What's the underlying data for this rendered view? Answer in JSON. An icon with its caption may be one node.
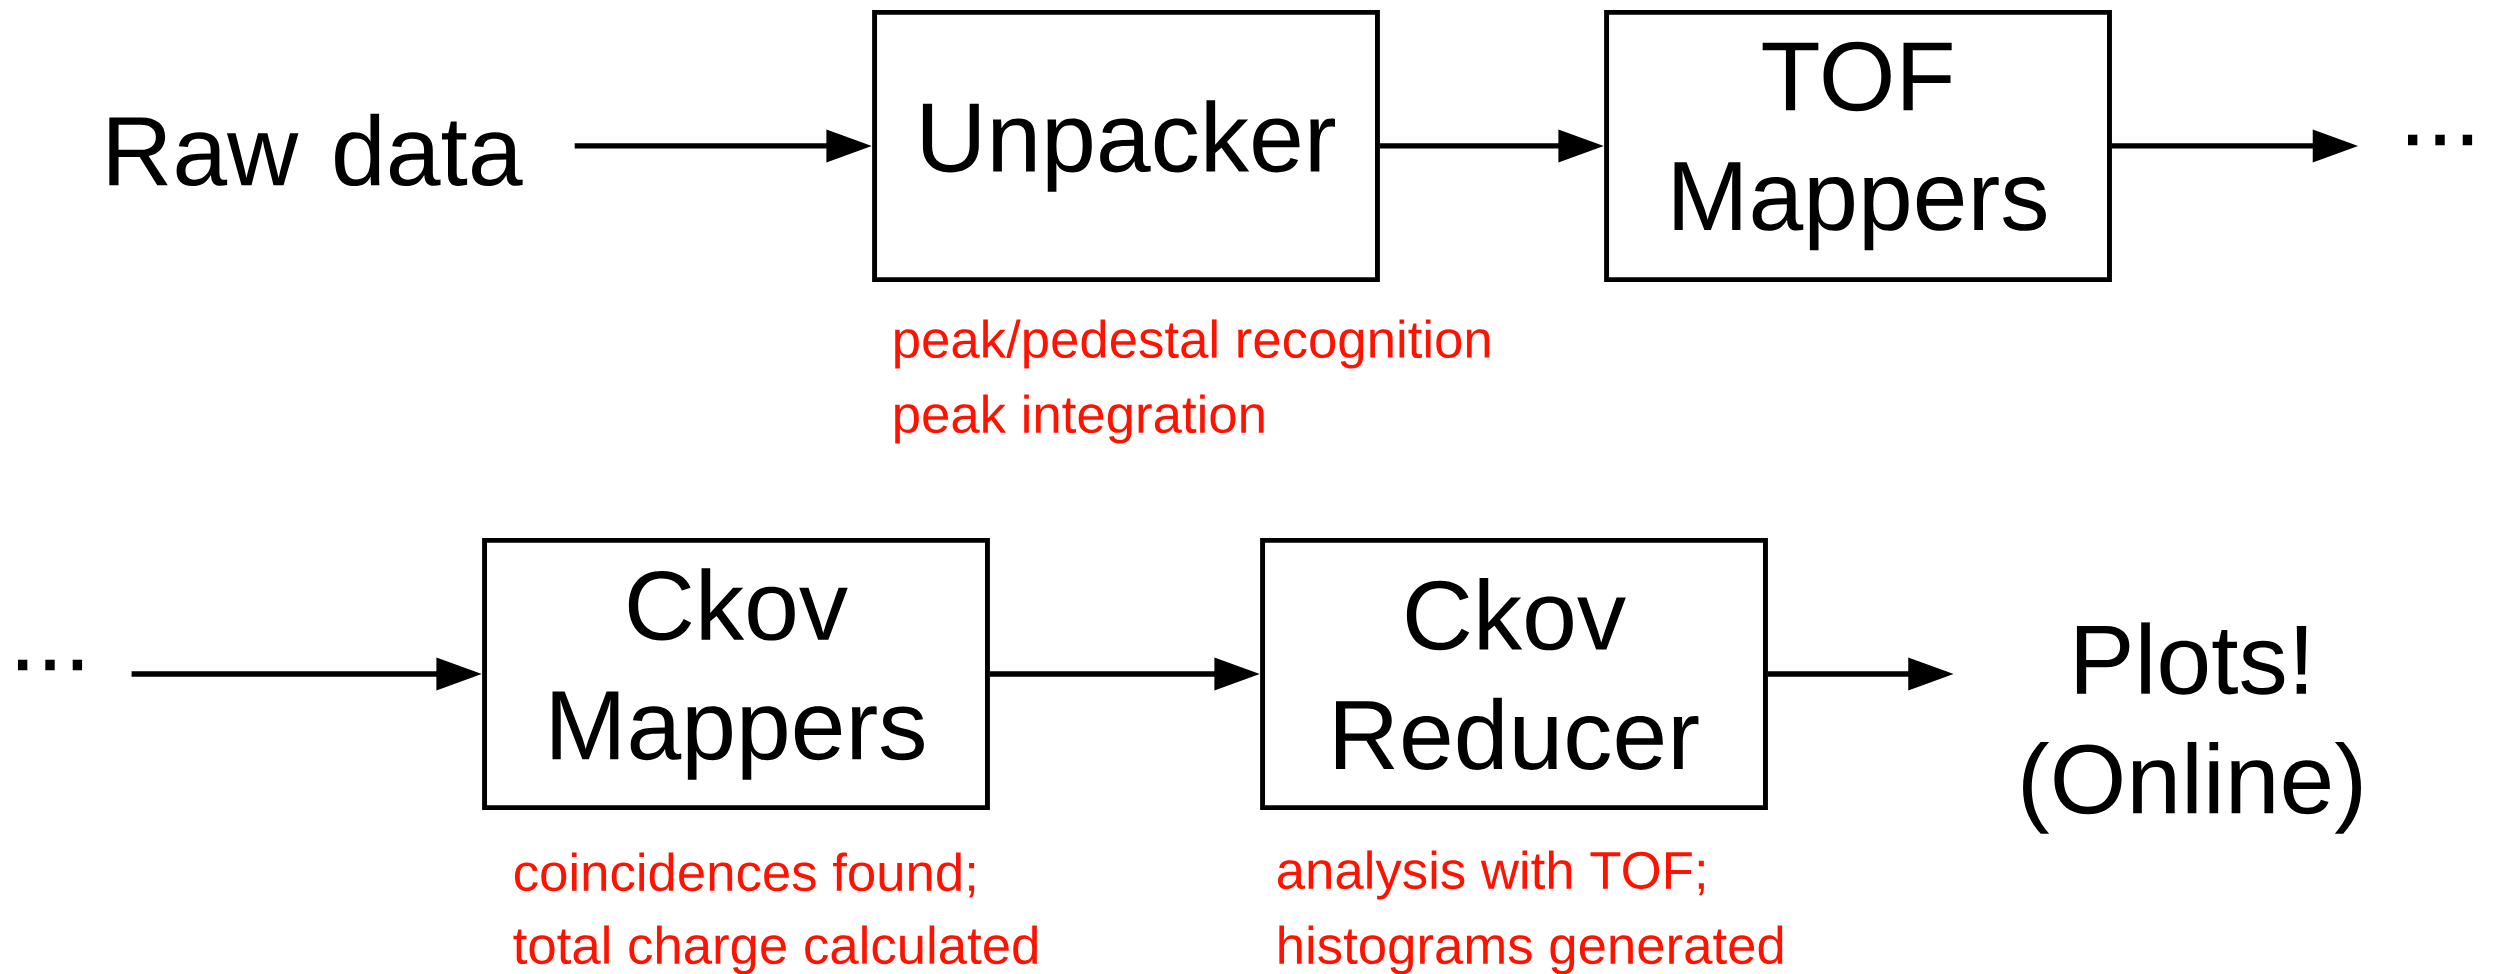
{
  "diagram": {
    "nodes": [
      {
        "text": [
          "Raw data"
        ]
      },
      {
        "text": [
          "Unpacker"
        ],
        "beside": [
          "peak/pedestal recognition",
          "peak integration"
        ]
      },
      {
        "text": [
          "TOF Mappers"
        ]
      },
      {
        "text": [
          "..."
        ]
      },
      {
        "text": [
          "..."
        ]
      },
      {
        "text": [
          "Ckov Mappers"
        ],
        "beside": [
          "coincidences found;",
          "total charge calculated"
        ]
      },
      {
        "text": [
          "Ckov Reducer"
        ],
        "beside": [
          "analysis with TOF;",
          "histograms generated"
        ]
      },
      {
        "text": [
          "Plots! (Online)"
        ]
      }
    ],
    "edges": [
      {
        "from": 0,
        "to": 1,
        "arrow": "to"
      },
      {
        "from": 1,
        "to": 2,
        "arrow": "to"
      },
      {
        "from": 2,
        "to": 3,
        "arrow": "to"
      },
      {
        "from": 4,
        "to": 5,
        "arrow": "to"
      },
      {
        "from": 5,
        "to": 6,
        "arrow": "to"
      },
      {
        "from": 6,
        "to": 7,
        "arrow": "to"
      }
    ]
  }
}
